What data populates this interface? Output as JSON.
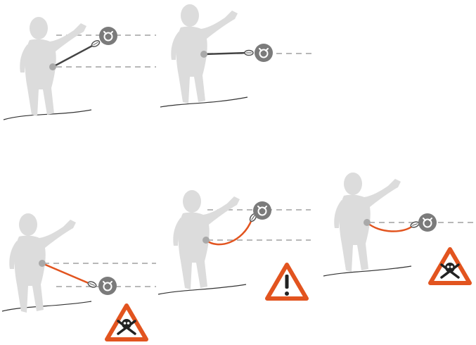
{
  "colors": {
    "background": "#ffffff",
    "figure": "#dcdcdc",
    "anchor_point": "#a9a9a9",
    "anchor": "#7b7b7b",
    "guide_line": "#a0a0a0",
    "ground": "#333333",
    "lanyard_safe": "#444444",
    "lanyard_unsafe": "#e2541f",
    "warning": "#e2541f"
  },
  "scenarios": [
    {
      "label": "anchor-above-waist",
      "status": "safe",
      "warning": null,
      "icon": "anchor-ring-icon"
    },
    {
      "label": "anchor-at-waist",
      "status": "safe",
      "warning": null,
      "icon": "anchor-ring-icon"
    },
    {
      "label": "anchor-below-waist",
      "status": "danger",
      "warning": "skull-crossbones-icon",
      "icon": "anchor-ring-icon"
    },
    {
      "label": "anchor-above-slack-lanyard",
      "status": "caution",
      "warning": "exclamation-icon",
      "icon": "anchor-ring-icon"
    },
    {
      "label": "anchor-at-waist-slack-lanyard",
      "status": "danger",
      "warning": "skull-crossbones-icon",
      "icon": "anchor-ring-icon"
    }
  ]
}
